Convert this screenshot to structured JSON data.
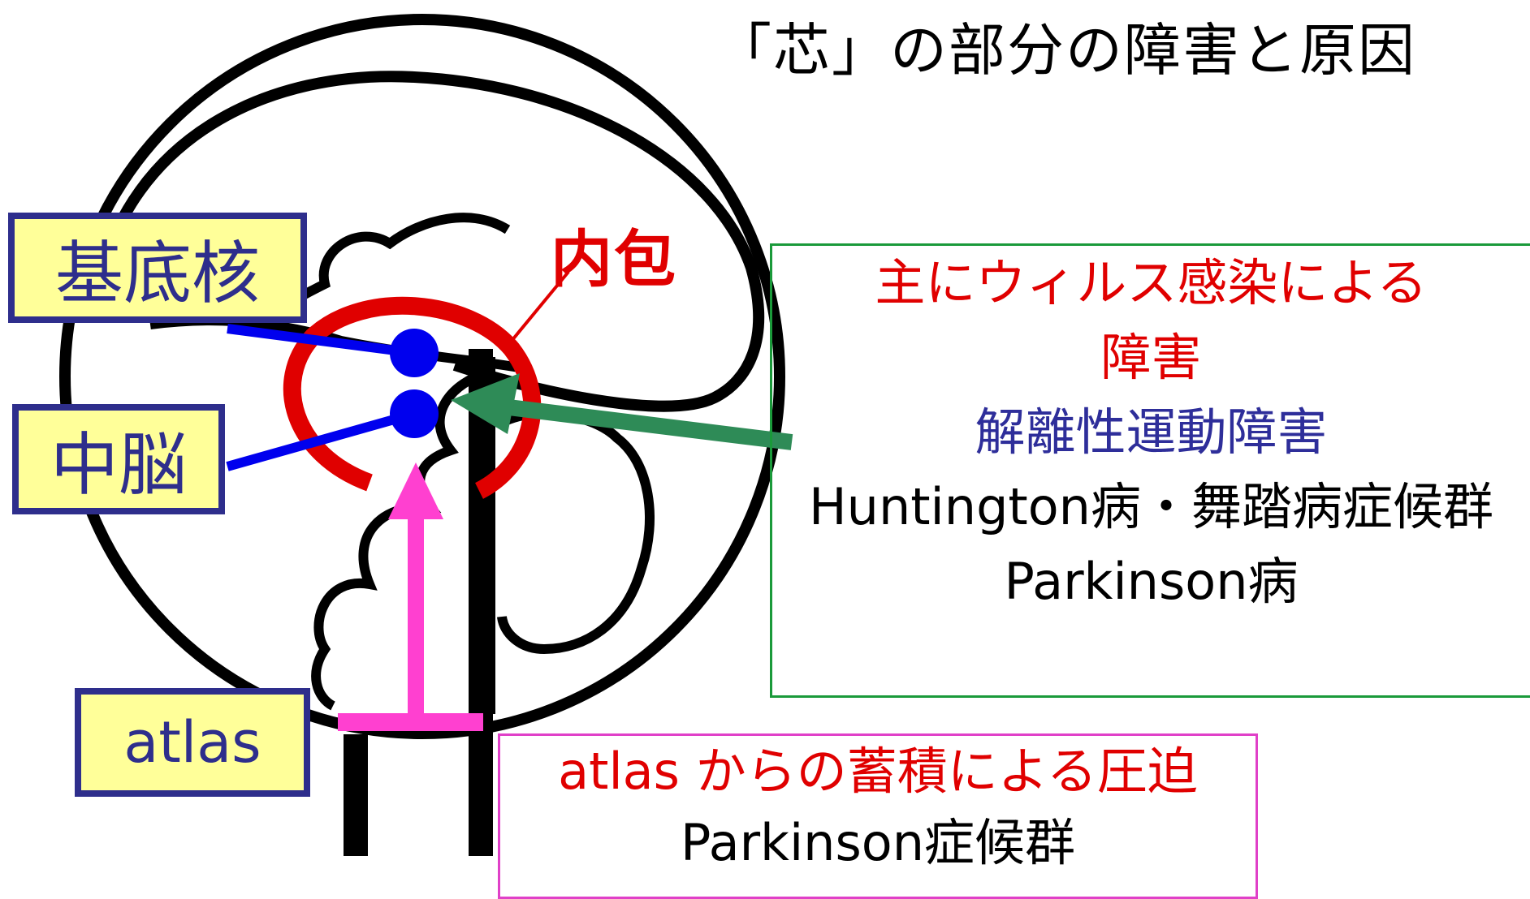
{
  "title": "「芯」の部分の障害と原因",
  "labels": {
    "basal_ganglia": "基底核",
    "midbrain": "中脳",
    "atlas": "atlas",
    "internal_capsule": "内包"
  },
  "infobox": {
    "line1": "主にウィルス感染による",
    "line2": "障害",
    "line3": "解離性運動障害",
    "line4": "Huntington病・舞踏病症候群",
    "line5": "Parkinson病"
  },
  "atlasbox": {
    "line1": "atlas からの蓄積による圧迫",
    "line2": "Parkinson症候群"
  },
  "colors": {
    "red": "#e00000",
    "navy": "#2e2e9a",
    "label_fill": "#ffff99",
    "label_border": "#2e2e8c",
    "blue_dot": "#0000ee",
    "green_arrow": "#2e8b57",
    "pink_arrow": "#ff40d0",
    "green_border": "#1a9a3a",
    "pink_border": "#e040c8"
  }
}
